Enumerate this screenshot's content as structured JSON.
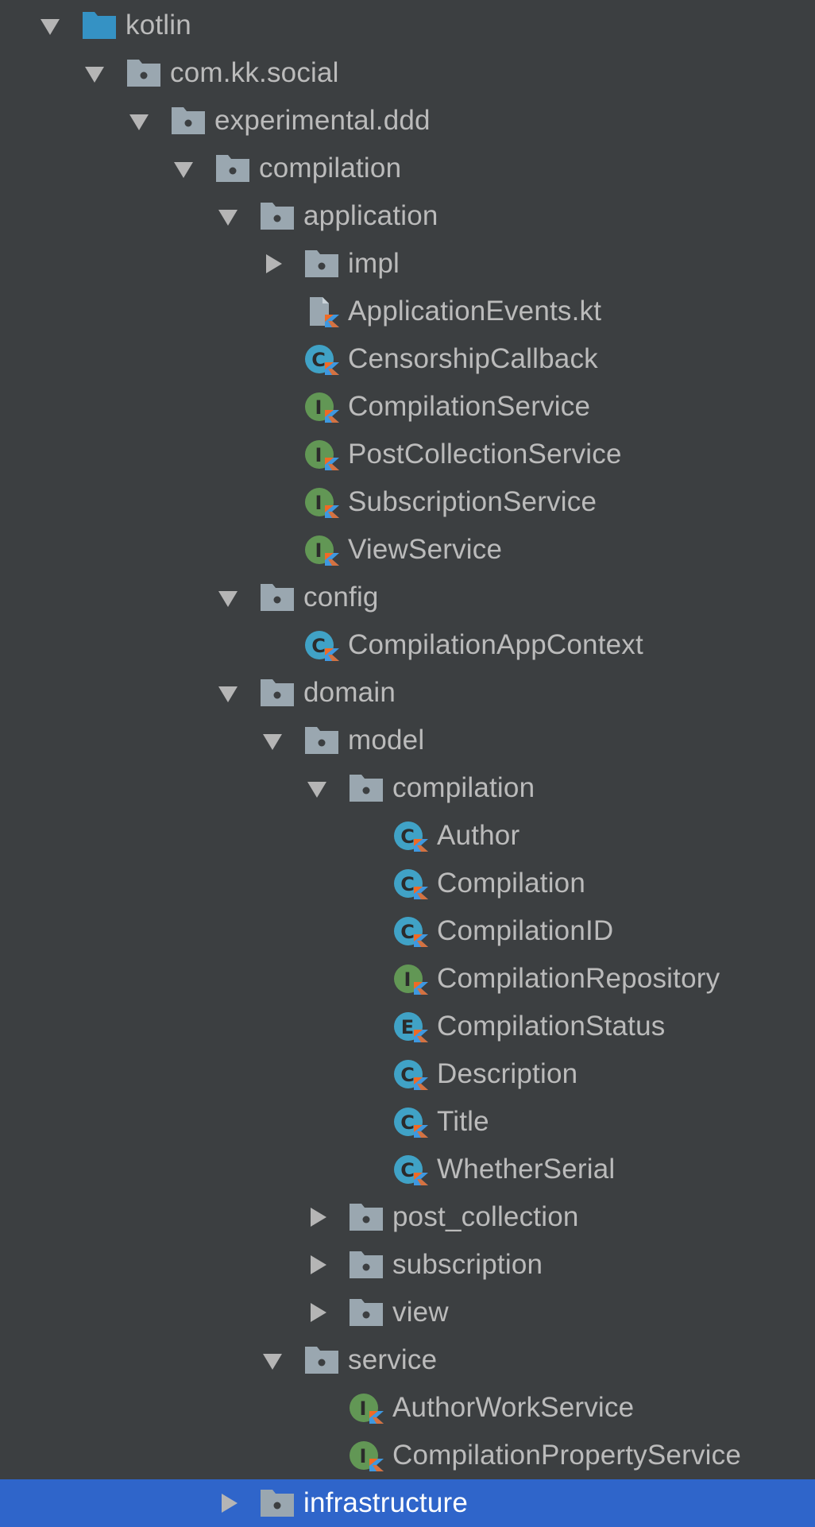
{
  "project_tree": {
    "nodes": [
      {
        "label": "kotlin",
        "depth": 0,
        "kind": "source-root",
        "expanded": true
      },
      {
        "label": "com.kk.social",
        "depth": 1,
        "kind": "package",
        "expanded": true
      },
      {
        "label": "experimental.ddd",
        "depth": 2,
        "kind": "package",
        "expanded": true
      },
      {
        "label": "compilation",
        "depth": 3,
        "kind": "package",
        "expanded": true
      },
      {
        "label": "application",
        "depth": 4,
        "kind": "package",
        "expanded": true
      },
      {
        "label": "impl",
        "depth": 5,
        "kind": "package",
        "expanded": false
      },
      {
        "label": "ApplicationEvents.kt",
        "depth": 5,
        "kind": "kotlin-file"
      },
      {
        "label": "CensorshipCallback",
        "depth": 5,
        "kind": "class"
      },
      {
        "label": "CompilationService",
        "depth": 5,
        "kind": "interface"
      },
      {
        "label": "PostCollectionService",
        "depth": 5,
        "kind": "interface"
      },
      {
        "label": "SubscriptionService",
        "depth": 5,
        "kind": "interface"
      },
      {
        "label": "ViewService",
        "depth": 5,
        "kind": "interface"
      },
      {
        "label": "config",
        "depth": 4,
        "kind": "package",
        "expanded": true
      },
      {
        "label": "CompilationAppContext",
        "depth": 5,
        "kind": "class"
      },
      {
        "label": "domain",
        "depth": 4,
        "kind": "package",
        "expanded": true
      },
      {
        "label": "model",
        "depth": 5,
        "kind": "package",
        "expanded": true
      },
      {
        "label": "compilation",
        "depth": 6,
        "kind": "package",
        "expanded": true
      },
      {
        "label": "Author",
        "depth": 7,
        "kind": "class"
      },
      {
        "label": "Compilation",
        "depth": 7,
        "kind": "class"
      },
      {
        "label": "CompilationID",
        "depth": 7,
        "kind": "class"
      },
      {
        "label": "CompilationRepository",
        "depth": 7,
        "kind": "interface"
      },
      {
        "label": "CompilationStatus",
        "depth": 7,
        "kind": "enum"
      },
      {
        "label": "Description",
        "depth": 7,
        "kind": "class"
      },
      {
        "label": "Title",
        "depth": 7,
        "kind": "class"
      },
      {
        "label": "WhetherSerial",
        "depth": 7,
        "kind": "class"
      },
      {
        "label": "post_collection",
        "depth": 6,
        "kind": "package",
        "expanded": false
      },
      {
        "label": "subscription",
        "depth": 6,
        "kind": "package",
        "expanded": false
      },
      {
        "label": "view",
        "depth": 6,
        "kind": "package",
        "expanded": false
      },
      {
        "label": "service",
        "depth": 5,
        "kind": "package",
        "expanded": true
      },
      {
        "label": "AuthorWorkService",
        "depth": 6,
        "kind": "interface"
      },
      {
        "label": "CompilationPropertyService",
        "depth": 6,
        "kind": "interface"
      },
      {
        "label": "infrastructure",
        "depth": 4,
        "kind": "package",
        "expanded": false,
        "selected": true
      }
    ]
  },
  "colors": {
    "background": "#3c3f41",
    "text": "#bbbbbb",
    "selected_background": "#2f65ca",
    "selected_text": "#ffffff",
    "arrow": "#b5b5b5",
    "package_folder": "#9aa7b0",
    "source_root_folder": "#3592c4",
    "class_badge": "#40a2c6",
    "interface_badge": "#629755",
    "kotlin_blue": "#3e98e0",
    "kotlin_orange": "#ef6b25"
  }
}
